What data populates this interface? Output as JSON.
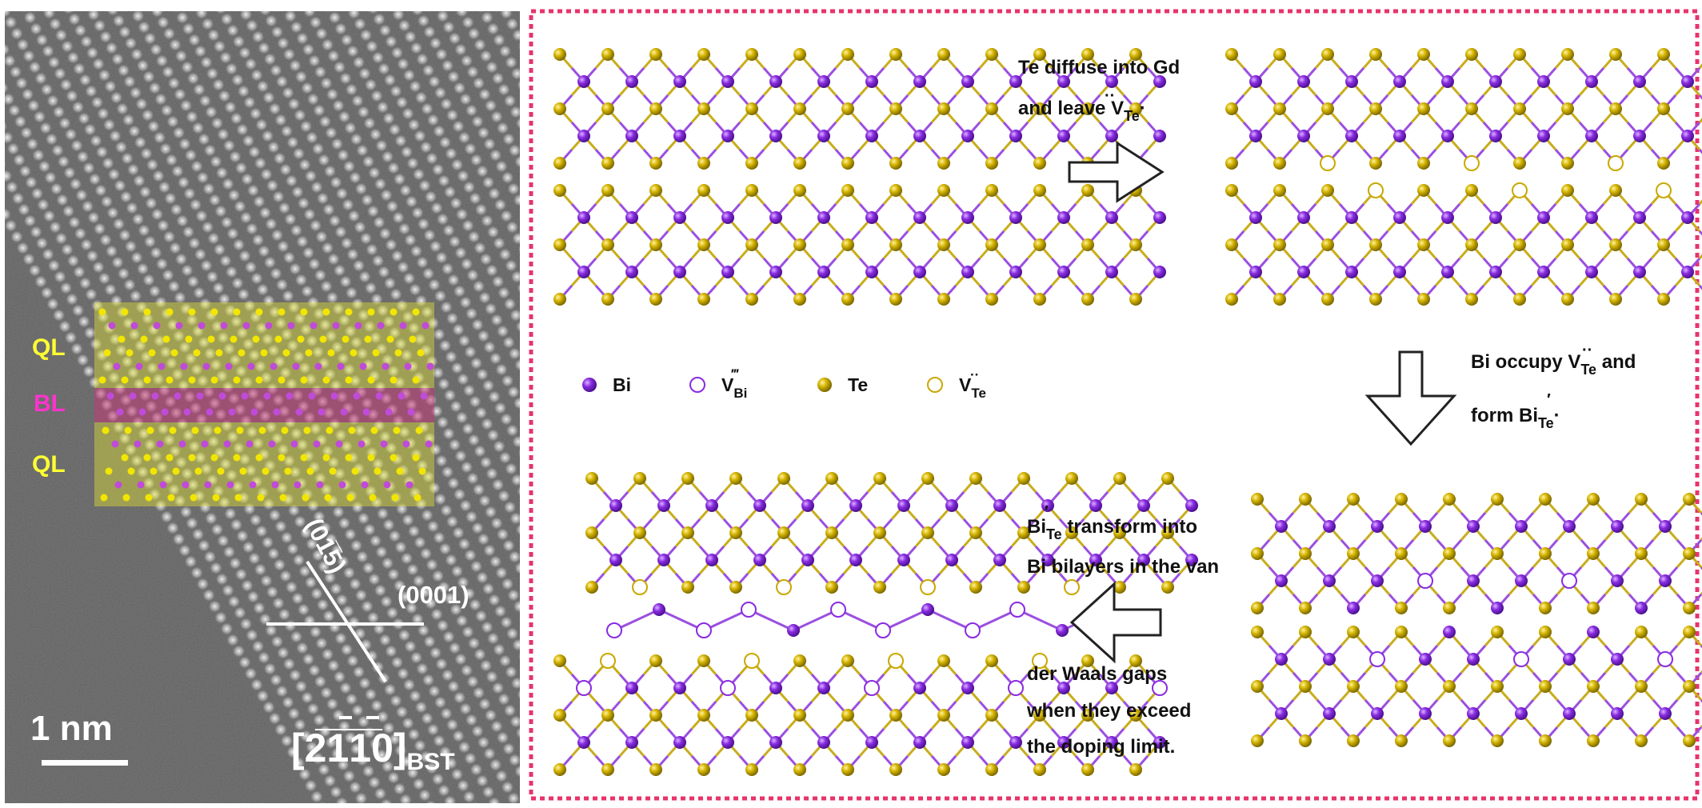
{
  "colors": {
    "bi": "#8a2be2",
    "bi_dark": "#5a16a8",
    "te": "#d4b400",
    "te_dark": "#8a7400",
    "frame": "#e8336b",
    "ql_overlay": "#e6e632",
    "bl_overlay": "#cc3377",
    "tem_bg": "#5a5a5a"
  },
  "tem": {
    "ql_top": "QL",
    "bl": "BL",
    "ql_bottom": "QL",
    "plane_diag": "(01̅5)",
    "plane_horiz": "(0001)",
    "scale": "1 nm",
    "zone_axis": "[2̅1̅1̅0]",
    "zone_axis_sub": "BST"
  },
  "diagram": {
    "step1_line1": "Te diffuse into Gd",
    "step1_line2_prefix": "and leave V",
    "step1_line2_sub": "Te",
    "step2_line1_prefix": "Bi occupy V",
    "step2_line1_sub": "Te",
    "step2_line1_suffix": " and",
    "step2_line2_prefix": "form Bi",
    "step2_line2_sub": "Te",
    "step3_line1_prefix": "Bi",
    "step3_line1_sub": "Te",
    "step3_line1_suffix": " transform into",
    "step3_line2": "Bi bilayers in the van",
    "step3_line3": "der Waals gaps",
    "step3_line4": "when they exceed",
    "step3_line5": "the doping limit."
  },
  "legend": {
    "bi": "Bi",
    "v_bi_prefix": "V",
    "v_bi_sub": "Bi",
    "te": "Te",
    "v_te_prefix": "V",
    "v_te_sub": "Te"
  }
}
